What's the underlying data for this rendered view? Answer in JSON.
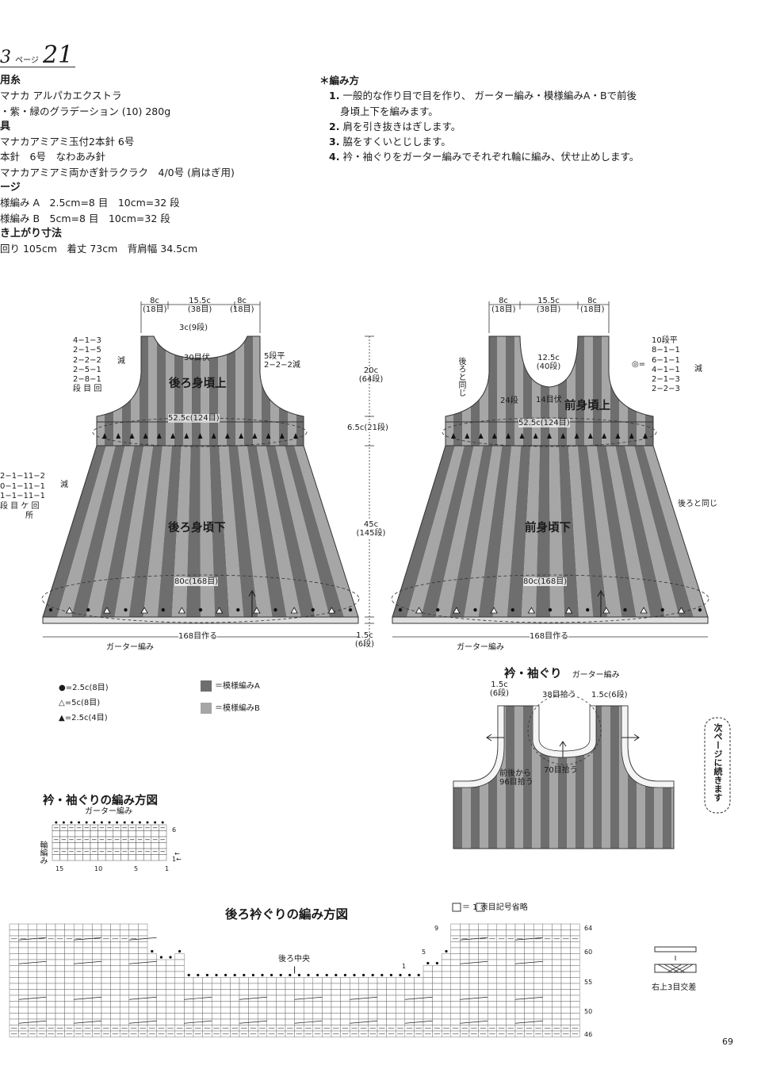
{
  "header": {
    "ref_prefix": "3",
    "ref_unit": "ページ",
    "ref_number": "21"
  },
  "materials": [
    {
      "heading": "用糸",
      "lines": [
        "マナカ アルパカエクストラ",
        "・紫・緑のグラデーション (10) 280g"
      ]
    },
    {
      "heading": "具",
      "lines": [
        "マナカアミアミ玉付2本針 6号",
        "本針　6号　なわあみ針",
        "マナカアミアミ両かぎ針ラクラク　4/0号 (肩はぎ用)"
      ]
    },
    {
      "heading": "ージ",
      "lines": [
        "様編み A　2.5cm=8 目　10cm=32 段",
        "様編み B　5cm=8 目　10cm=32 段"
      ]
    },
    {
      "heading": "き上がり寸法",
      "lines": [
        "回り 105cm　着丈 73cm　背肩幅 34.5cm"
      ]
    }
  ],
  "method": {
    "title": "＊編み方",
    "steps": [
      {
        "n": "1.",
        "text": "一般的な作り目で目を作り、 ガーター編み・模様編みA・Bで前後"
      },
      {
        "n": "",
        "text": "身頃上下を編みます。"
      },
      {
        "n": "2.",
        "text": "肩を引き抜きはぎします。"
      },
      {
        "n": "3.",
        "text": "脇をすくいとじします。"
      },
      {
        "n": "4.",
        "text": "衿・袖ぐりをガーター編みでそれぞれ輪に編み、伏せ止めします。"
      }
    ]
  },
  "back": {
    "top": [
      {
        "a": "8c",
        "b": "(18目)"
      },
      {
        "a": "15.5c",
        "b": "(38目)"
      },
      {
        "a": "8c",
        "b": "(18目)"
      }
    ],
    "neck_depth": "3c(9段)",
    "neck_bind": "30目伏",
    "neck_right": [
      "5段平",
      "2−2−2減"
    ],
    "armhole_dec": [
      "4−1−3",
      "2−1−5",
      "2−2−2",
      "2−5−1",
      "2−8−1",
      "段 目 回"
    ],
    "dec_label": "減",
    "upper_title": "後ろ身頃上",
    "upper_width": "52.5c(124目)",
    "side_dec": [
      "2−1−11−2",
      "0−1−11−1",
      "1−1−11−1",
      "段 目 ケ 回",
      "所"
    ],
    "side_dec_label": "減",
    "lower_title": "後ろ身頃下",
    "hem_width": "80c(168目)",
    "cast_on": "168目作る",
    "garter": "ガーター編み"
  },
  "vertical": [
    {
      "a": "20c",
      "b": "(64段)"
    },
    {
      "a": "6.5c(21段)",
      "b": ""
    },
    {
      "a": "45c",
      "b": "(145段)"
    },
    {
      "a": "1.5c",
      "b": "(6段)"
    }
  ],
  "front": {
    "top": [
      {
        "a": "8c",
        "b": "(18目)"
      },
      {
        "a": "15.5c",
        "b": "(38目)"
      },
      {
        "a": "8c",
        "b": "(18目)"
      }
    ],
    "same_as_back_left": "後ろと同じ",
    "neck_depth": [
      "12.5c",
      "(40段)"
    ],
    "neck_rows": "24段",
    "neck_bind": "14目伏",
    "upper_title": "前身頃上",
    "upper_width": "52.5c(124目)",
    "neck_dec": [
      "10段平",
      "8−1−1",
      "6−1−1",
      "4−1−1",
      "2−1−3",
      "2−2−3"
    ],
    "neck_dec_label": "減",
    "same_as_back_right": "後ろと同じ",
    "lower_title": "前身頃下",
    "hem_width": "80c(168目)",
    "cast_on": "168目作る",
    "garter": "ガーター編み"
  },
  "legend": {
    "symbols": [
      {
        "sym": "●",
        "text": "=2.5c(8目)"
      },
      {
        "sym": "△",
        "text": "=5c(8目)"
      },
      {
        "sym": "▲",
        "text": "=2.5c(4目)"
      }
    ],
    "patterns": [
      {
        "text": "＝模様編みA",
        "color": "#6e6e6e"
      },
      {
        "text": "＝模様編みB",
        "color": "#a6a6a6"
      }
    ]
  },
  "collar": {
    "title": "衿・袖ぐり",
    "subtitle": "ガーター編み",
    "left_h": [
      "1.5c",
      "(6段)"
    ],
    "pick_top": "38目拾う",
    "right_h": "1.5c(6段)",
    "pick_bottom": "70目拾う",
    "pick_side": [
      "前後から",
      "96目拾う"
    ]
  },
  "continue_badge": "次ページに続きます",
  "collar_chart": {
    "title": "衿・袖ぐりの編み方図",
    "sub": "ガーター編み",
    "side": "輪編み",
    "cols": [
      "15",
      "10",
      "5",
      "1"
    ],
    "rows": [
      "6",
      "←",
      "1←"
    ]
  },
  "back_chart": {
    "title": "後ろ衿ぐりの編み方図",
    "note": "＝ 1 表目記号省略",
    "center": "後ろ中央",
    "row_nums": [
      "64",
      "60",
      "55",
      "50",
      "46"
    ],
    "marks": [
      "9",
      "5",
      "1"
    ],
    "cross_label": "右上3目交差"
  },
  "page_number": "69",
  "colors": {
    "pattern_a": "#6e6e6e",
    "pattern_b": "#a6a6a6",
    "garter": "#cfcfcf"
  }
}
